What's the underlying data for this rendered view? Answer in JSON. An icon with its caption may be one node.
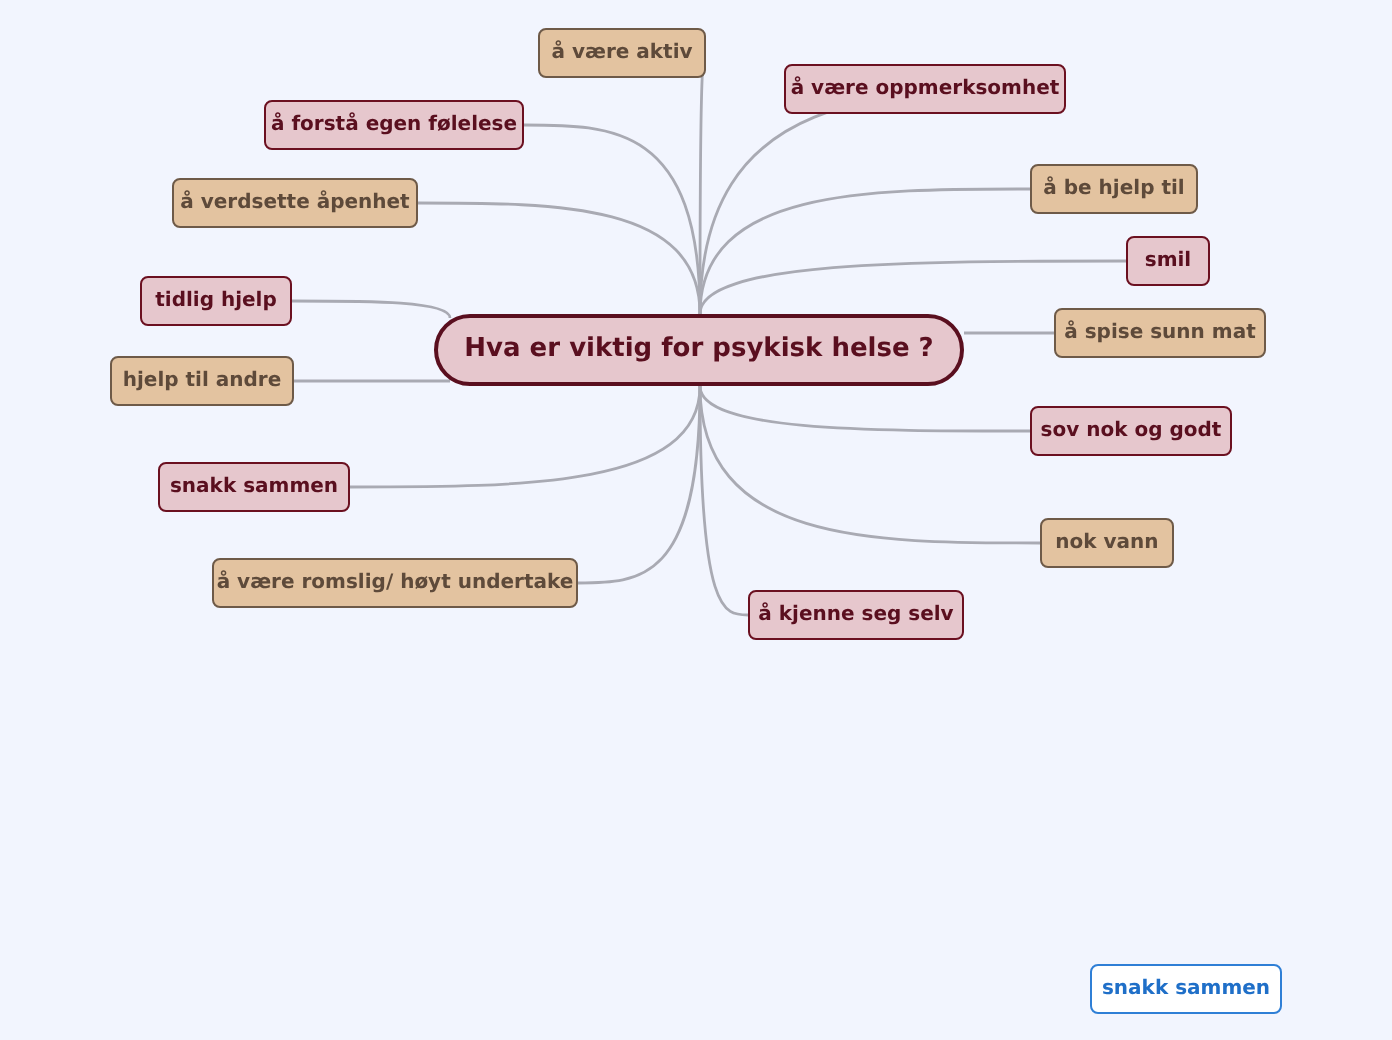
{
  "diagram": {
    "nodes": [
      {
        "text": [
          "Hva er viktig for psykisk helse ?"
        ]
      },
      {
        "text": [
          "å være aktiv"
        ]
      },
      {
        "text": [
          "å forstå egen følelese"
        ]
      },
      {
        "text": [
          "å verdsette åpenhet"
        ]
      },
      {
        "text": [
          "tidlig hjelp"
        ]
      },
      {
        "text": [
          "hjelp til andre"
        ]
      },
      {
        "text": [
          "snakk sammen"
        ]
      },
      {
        "text": [
          "å være romslig/ høyt undertake"
        ]
      },
      {
        "text": [
          "å kjenne seg selv"
        ]
      },
      {
        "text": [
          "nok vann"
        ]
      },
      {
        "text": [
          "sov nok og godt"
        ]
      },
      {
        "text": [
          "å spise sunn mat"
        ]
      },
      {
        "text": [
          "smil"
        ]
      },
      {
        "text": [
          "å be hjelp til"
        ]
      },
      {
        "text": [
          "å være oppmerksomhet"
        ]
      },
      {
        "text": [
          "snakk sammen"
        ]
      }
    ],
    "edges": [
      {
        "from": 0,
        "to": 1,
        "arrow": "none"
      },
      {
        "from": 0,
        "to": 2,
        "arrow": "none"
      },
      {
        "from": 0,
        "to": 3,
        "arrow": "none"
      },
      {
        "from": 0,
        "to": 4,
        "arrow": "none"
      },
      {
        "from": 0,
        "to": 5,
        "arrow": "none"
      },
      {
        "from": 0,
        "to": 6,
        "arrow": "none"
      },
      {
        "from": 0,
        "to": 7,
        "arrow": "none"
      },
      {
        "from": 0,
        "to": 8,
        "arrow": "none"
      },
      {
        "from": 0,
        "to": 9,
        "arrow": "none"
      },
      {
        "from": 0,
        "to": 10,
        "arrow": "none"
      },
      {
        "from": 0,
        "to": 11,
        "arrow": "none"
      },
      {
        "from": 0,
        "to": 12,
        "arrow": "none"
      },
      {
        "from": 0,
        "to": 13,
        "arrow": "none"
      },
      {
        "from": 0,
        "to": 14,
        "arrow": "none"
      }
    ]
  }
}
